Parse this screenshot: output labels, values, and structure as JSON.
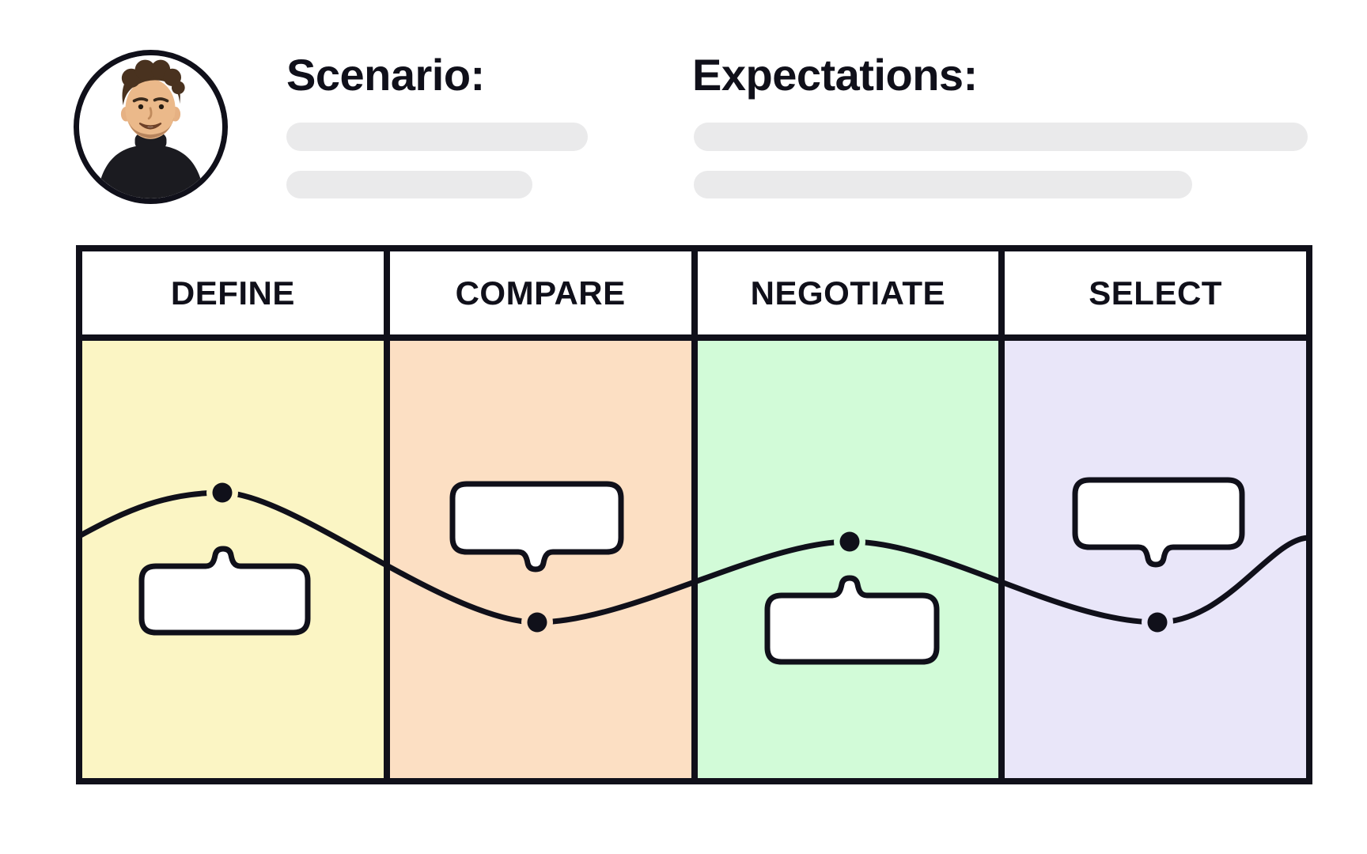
{
  "persona": {
    "avatar_description": "young man, dark curly hair, black turtleneck",
    "scenario_label": "Scenario:",
    "expectations_label": "Expectations:",
    "scenario_placeholder_lines": 2,
    "expectations_placeholder_lines": 2
  },
  "stages": [
    {
      "label": "DEFINE",
      "color": "#FBF5C4",
      "sentiment": "high",
      "callout_text": "",
      "callout_position": "below-line"
    },
    {
      "label": "COMPARE",
      "color": "#FCDFC3",
      "sentiment": "low",
      "callout_text": "",
      "callout_position": "above-line"
    },
    {
      "label": "NEGOTIATE",
      "color": "#D2FBD8",
      "sentiment": "high",
      "callout_text": "",
      "callout_position": "below-line"
    },
    {
      "label": "SELECT",
      "color": "#E9E6F9",
      "sentiment": "low",
      "callout_text": "",
      "callout_position": "above-line"
    }
  ],
  "colors": {
    "ink": "#10101A",
    "bubble_fill": "#FFFFFF",
    "placeholder_bar": "#EAEAEB",
    "background": "#FFFFFF"
  }
}
